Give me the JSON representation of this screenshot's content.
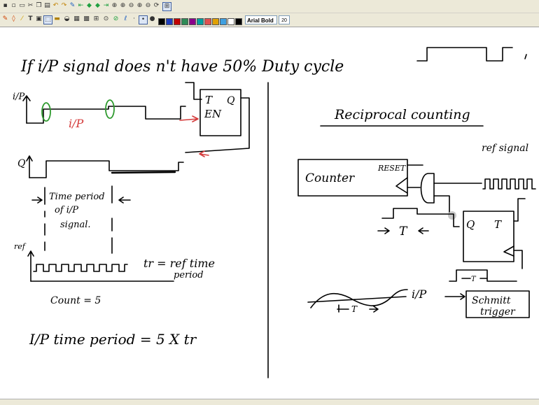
{
  "toolbar": {
    "icons": [
      "save-icon",
      "new-page-icon",
      "open-icon",
      "cut-icon",
      "copy-icon",
      "paste-icon",
      "undo-icon",
      "redo-icon",
      "pen-icon",
      "first-page-icon",
      "prev-page-icon",
      "next-page-icon",
      "last-page-icon",
      "zoom-fit-icon",
      "zoom-in-icon",
      "zoom-out-icon",
      "zoom-width-icon",
      "zoom-page-icon",
      "refresh-icon",
      "insert-page-icon"
    ]
  },
  "pen_toolbar": {
    "tools": [
      "pen-icon",
      "eraser-icon",
      "highlighter-icon",
      "text-icon",
      "insert-image-icon",
      "select-icon",
      "rectangle-icon",
      "ellipse-icon",
      "lasso-icon",
      "stamp-icon",
      "shapes-icon",
      "lock-icon",
      "pointer-icon",
      "line-icon"
    ],
    "colors": [
      "#000000",
      "#1f3fbf",
      "#c00000",
      "#2e8b57",
      "#8b008b",
      "#00a0a0",
      "#e05050",
      "#e0a000",
      "#40a0e0",
      "#ffffff",
      "#000000"
    ],
    "font_name": "Arial Bold",
    "font_size": "20"
  },
  "whiteboard": {
    "heading": "If  i/P  signal  does n't  have  50%  Duty cycle",
    "left": {
      "ip_axis": "i/P",
      "ip_label": "i/P",
      "ff_T": "T",
      "ff_Q": "Q",
      "ff_EN": "EN",
      "q_axis": "Q",
      "time_period": [
        "Time period",
        "of i/P",
        "signal."
      ],
      "ref_axis": "ref",
      "tr_def": "tr = ref time",
      "tr_def2": "period",
      "count": "Count = 5",
      "equation": "I/P  time  period  = 5 X tr"
    },
    "right": {
      "title": "Reciprocal counting",
      "ref_signal": "ref signal",
      "counter": "Counter",
      "reset": "RESET",
      "T_label": "T",
      "ff_Q": "Q",
      "ff_T": "T",
      "ip": "i/P",
      "schmitt": [
        "Schmitt",
        "trigger"
      ]
    }
  }
}
